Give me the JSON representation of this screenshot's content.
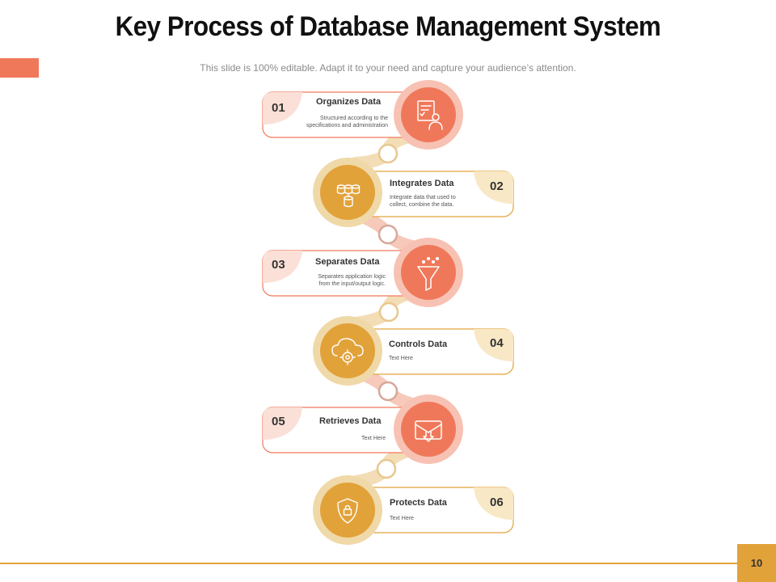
{
  "header": {
    "title": "Key Process of Database Management System",
    "subtitle": "This slide is 100% editable. Adapt it to your need and capture your audience’s attention."
  },
  "colors": {
    "orange": "#f0785a",
    "orange_light": "#f7c2b3",
    "gold": "#e2a23a",
    "gold_light": "#f0d9a8"
  },
  "steps": [
    {
      "number": "01",
      "title": "Organizes Data",
      "desc_line1": "Structured according to the",
      "desc_line2": "specifications and administration",
      "icon": "document-user-icon"
    },
    {
      "number": "02",
      "title": "Integrates Data",
      "desc_line1": "Integrate  data that used to",
      "desc_line2": "collect, combine the data.",
      "icon": "databases-icon"
    },
    {
      "number": "03",
      "title": "Separates Data",
      "desc_line1": "Separates application logic",
      "desc_line2": "from the input/output  logic.",
      "icon": "funnel-icon"
    },
    {
      "number": "04",
      "title": "Controls Data",
      "desc_line1": "Text Here",
      "desc_line2": "",
      "icon": "cloud-gear-icon"
    },
    {
      "number": "05",
      "title": "Retrieves Data",
      "desc_line1": "Text Here",
      "desc_line2": "",
      "icon": "download-box-icon"
    },
    {
      "number": "06",
      "title": "Protects Data",
      "desc_line1": "Text Here",
      "desc_line2": "",
      "icon": "shield-lock-icon"
    }
  ],
  "footer": {
    "page_number": "10"
  }
}
